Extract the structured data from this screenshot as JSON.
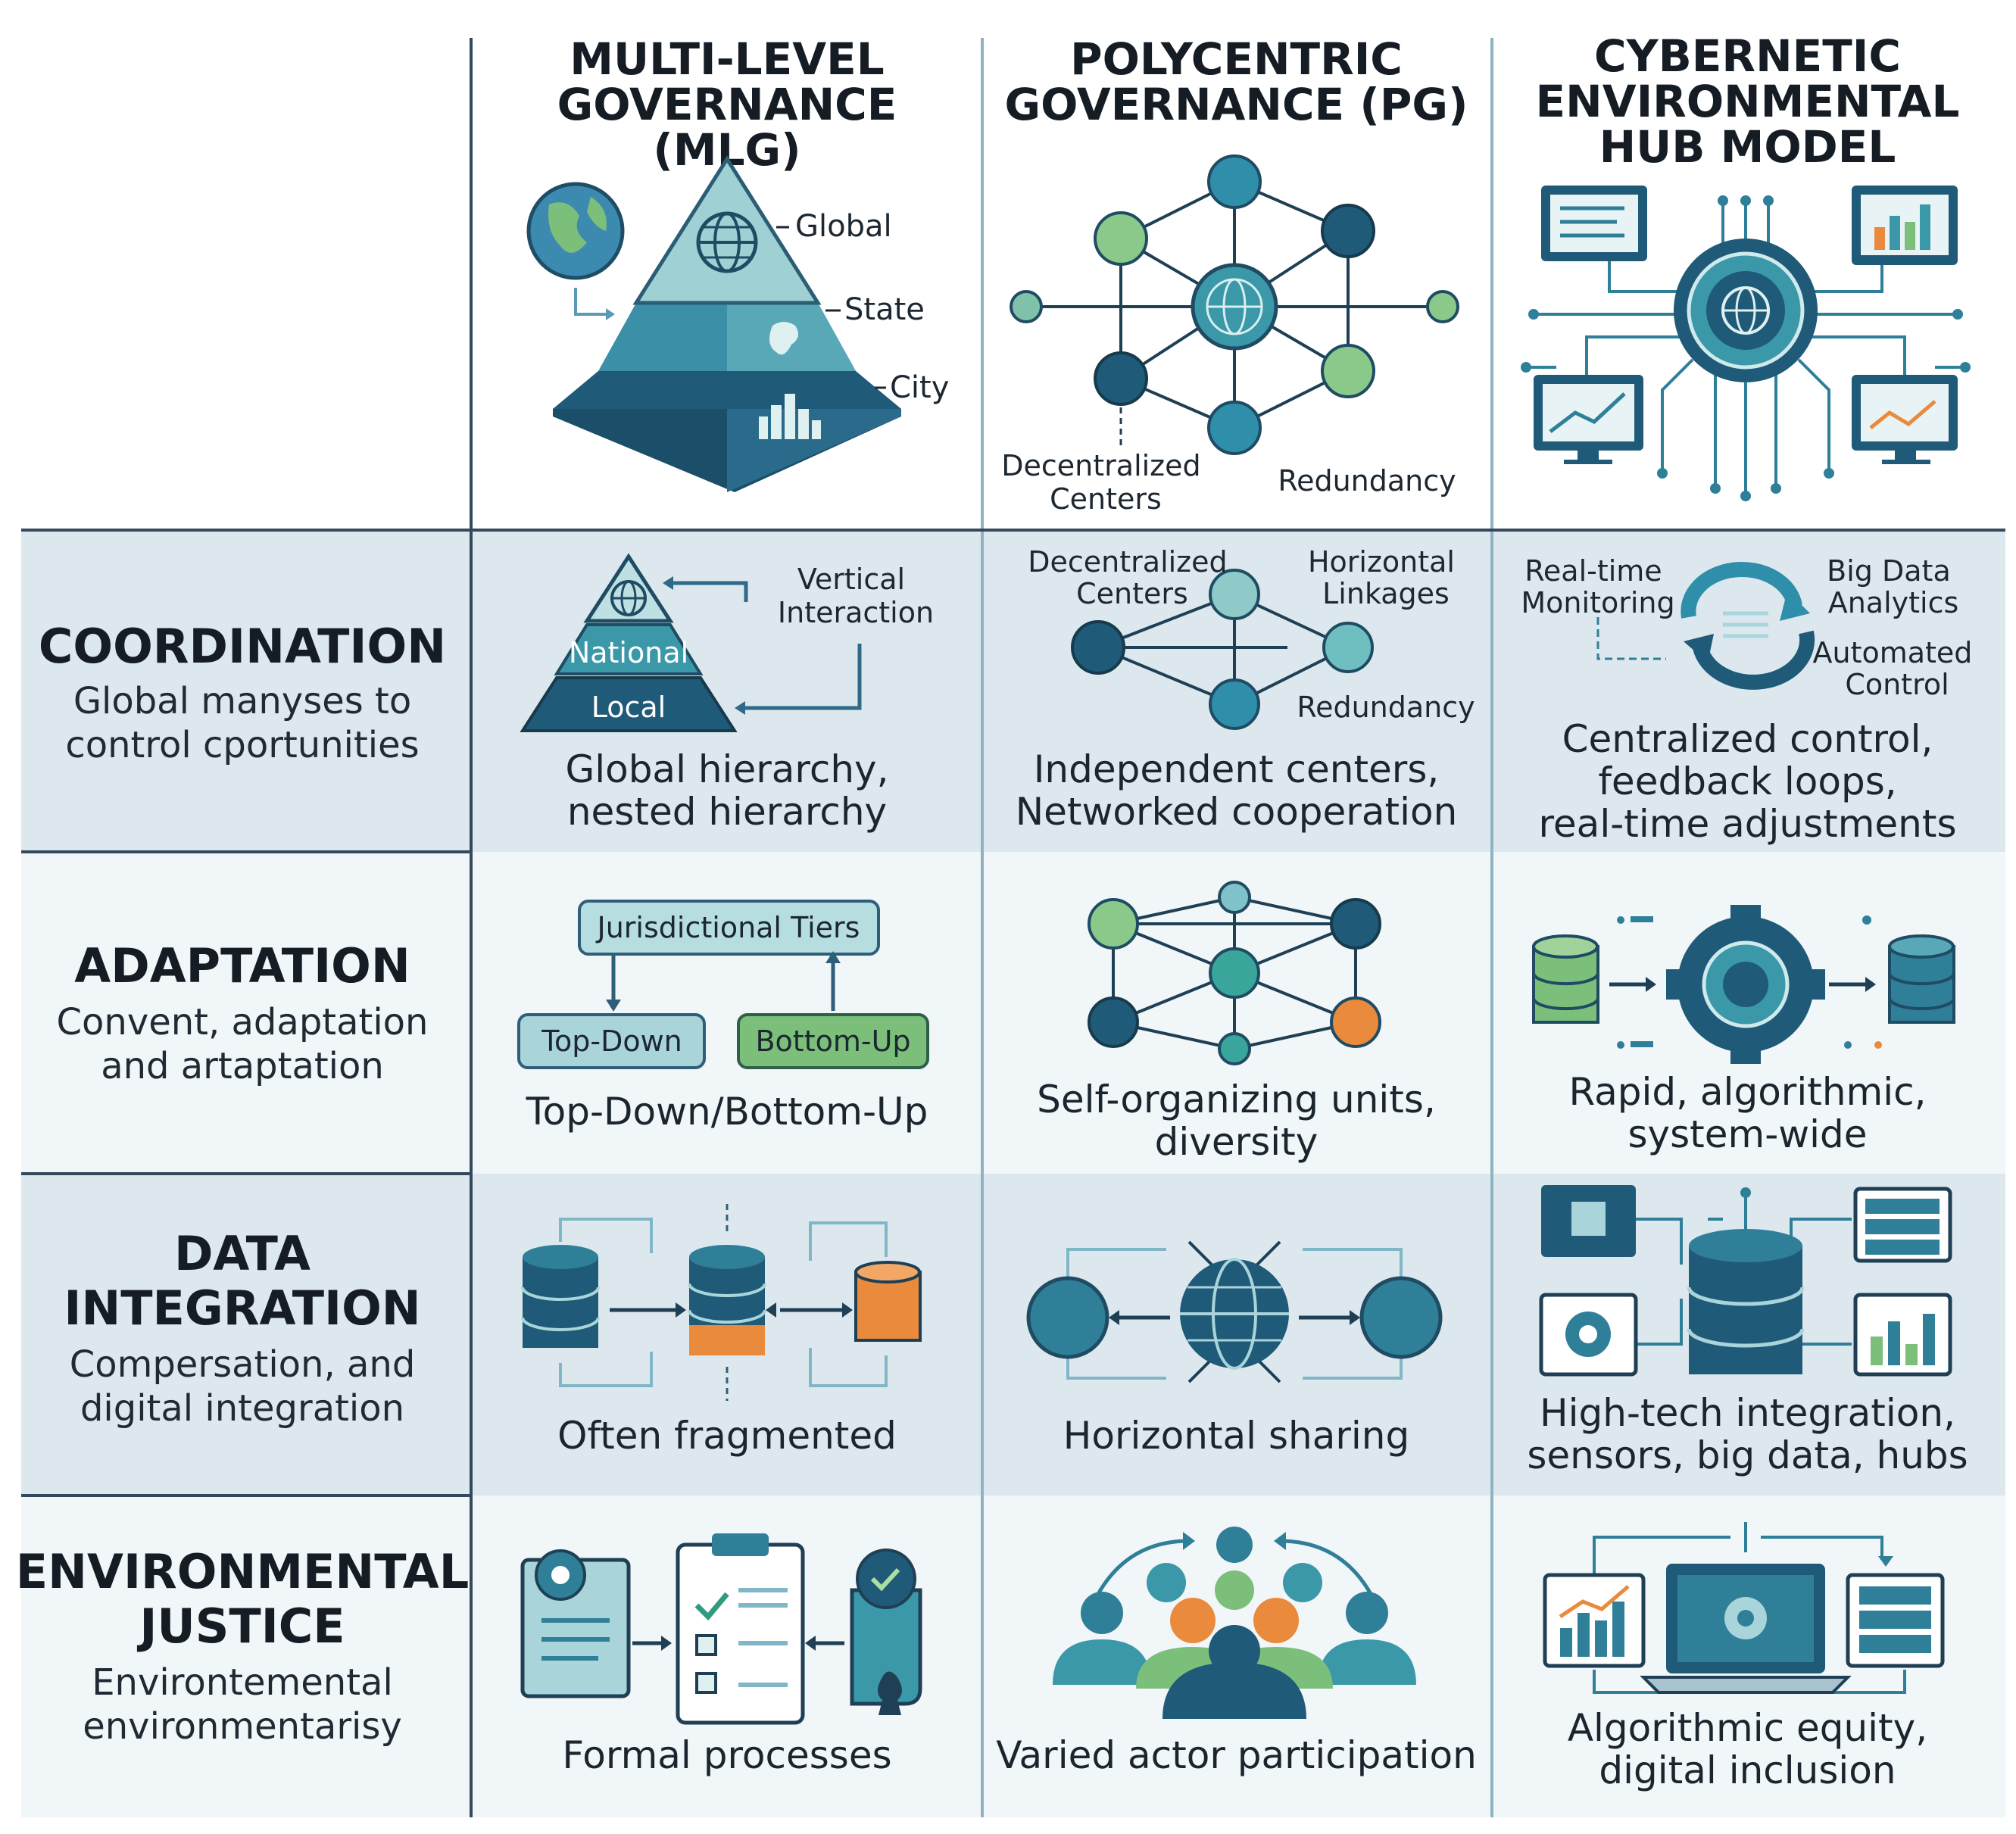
{
  "columns": [
    {
      "title_lines": [
        "MULTI-LEVEL",
        "GOVERNANCE (MLG)"
      ]
    },
    {
      "title_lines": [
        "POLYCENTRIC",
        "GOVERNANCE (PG)"
      ]
    },
    {
      "title_lines": [
        "CYBERNETIC",
        "ENVIRONMENTAL",
        "HUB MODEL"
      ]
    }
  ],
  "header_labels": {
    "mlg_global": "Global",
    "mlg_state": "State",
    "mlg_city": "City",
    "pg_decentralized": [
      "Decentralized",
      "Centers"
    ],
    "pg_redundancy": "Redundancy"
  },
  "rows": [
    {
      "title_lines": [
        "COORDINATION"
      ],
      "subtitle_lines": [
        "Global manyses to",
        "control cportunities"
      ],
      "captions": [
        [
          "Global hierarchy,",
          "nested hierarchy"
        ],
        [
          "Independent centers,",
          "Networked cooperation"
        ],
        [
          "Centralized control,",
          "feedback loops,",
          "real-time adjustments"
        ]
      ],
      "labels": {
        "mlg_national": "National",
        "mlg_local": "Local",
        "mlg_vertical": [
          "Vertical",
          "Interaction"
        ],
        "pg_decentralized": [
          "Decentralized",
          "Centers"
        ],
        "pg_horizontal": [
          "Horizontal",
          "Linkages"
        ],
        "pg_redundancy": "Redundancy",
        "hub_realtime": [
          "Real-time",
          "Monitoring"
        ],
        "hub_bigdata": [
          "Big Data",
          "Analytics"
        ],
        "hub_automated": [
          "Automated",
          "Control"
        ]
      }
    },
    {
      "title_lines": [
        "ADAPTATION"
      ],
      "subtitle_lines": [
        "Convent, adaptation",
        "and artaptation"
      ],
      "captions": [
        [
          "Top-Down/Bottom-Up"
        ],
        [
          "Self-organizing units,",
          "diversity"
        ],
        [
          "Rapid, algorithmic,",
          "system-wide"
        ]
      ],
      "labels": {
        "mlg_tiers": "Jurisdictional Tiers",
        "mlg_topdown": "Top-Down",
        "mlg_bottomup": "Bottom-Up"
      }
    },
    {
      "title_lines": [
        "DATA",
        "INTEGRATION"
      ],
      "subtitle_lines": [
        "Compersation, and",
        "digital integration"
      ],
      "captions": [
        [
          "Often fragmented"
        ],
        [
          "Horizontal sharing"
        ],
        [
          "High-tech integration,",
          "sensors, big data, hubs"
        ]
      ]
    },
    {
      "title_lines": [
        "ENVIRONMENTAL",
        "JUSTICE"
      ],
      "subtitle_lines": [
        "Environtemental",
        "environmentarisy"
      ],
      "captions": [
        [
          "Formal processes"
        ],
        [
          "Varied actor participation"
        ],
        [
          "Algorithmic equity,",
          "digital inclusion"
        ]
      ]
    }
  ],
  "colors": {
    "teal_dark": "#1f5a78",
    "teal_mid": "#2f7f99",
    "teal_light": "#7fc2c9",
    "green": "#7bbf7a",
    "orange": "#e98a3c",
    "line": "#34495c"
  }
}
